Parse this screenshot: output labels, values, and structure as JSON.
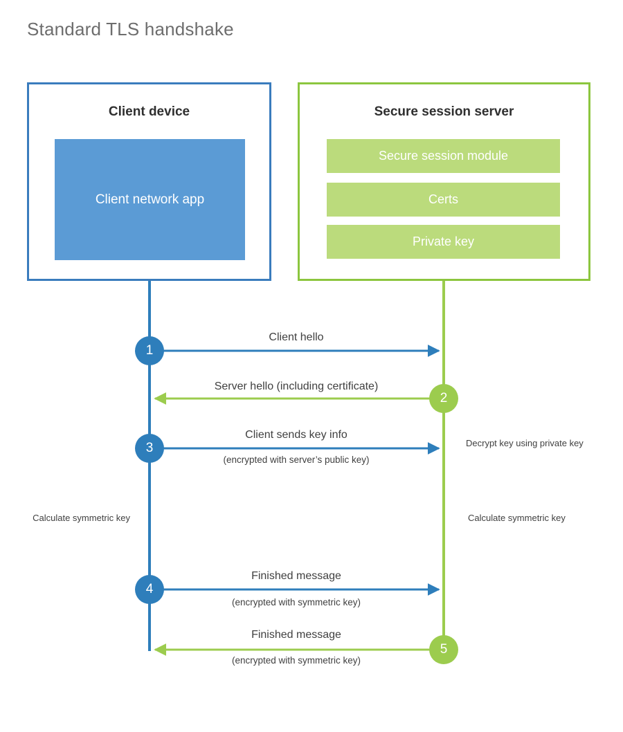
{
  "page": {
    "title": "Standard TLS handshake",
    "background": "#ffffff"
  },
  "colors": {
    "client_border": "#3a7cbd",
    "client_fill": "#5b9bd5",
    "client_line": "#2e7ebb",
    "server_border": "#8cc63f",
    "server_fill": "#bbdb7c",
    "server_line": "#9ccc4e",
    "text": "#3f3f3f",
    "title_text": "#6d6d6d"
  },
  "client": {
    "title": "Client device",
    "app_label": "Client network app"
  },
  "server": {
    "title": "Secure session server",
    "bars": [
      {
        "label": "Secure session module"
      },
      {
        "label": "Certs"
      },
      {
        "label": "Private key"
      }
    ]
  },
  "steps": [
    {
      "number": "1",
      "side": "client",
      "direction": "client-to-server",
      "label": "Client hello",
      "sublabel": ""
    },
    {
      "number": "2",
      "side": "server",
      "direction": "server-to-client",
      "label": "Server hello (including certificate)",
      "sublabel": ""
    },
    {
      "number": "3",
      "side": "client",
      "direction": "client-to-server",
      "label": "Client sends key info",
      "sublabel": "(encrypted with server’s public key)"
    },
    {
      "number": "4",
      "side": "client",
      "direction": "client-to-server",
      "label": "Finished message",
      "sublabel": "(encrypted with symmetric key)"
    },
    {
      "number": "5",
      "side": "server",
      "direction": "server-to-client",
      "label": "Finished message",
      "sublabel": "(encrypted with symmetric key)"
    }
  ],
  "notes": {
    "decrypt_key": "Decrypt key using private key",
    "calculate_symmetric_key_client": "Calculate symmetric key",
    "calculate_symmetric_key_server": "Calculate symmetric key"
  }
}
